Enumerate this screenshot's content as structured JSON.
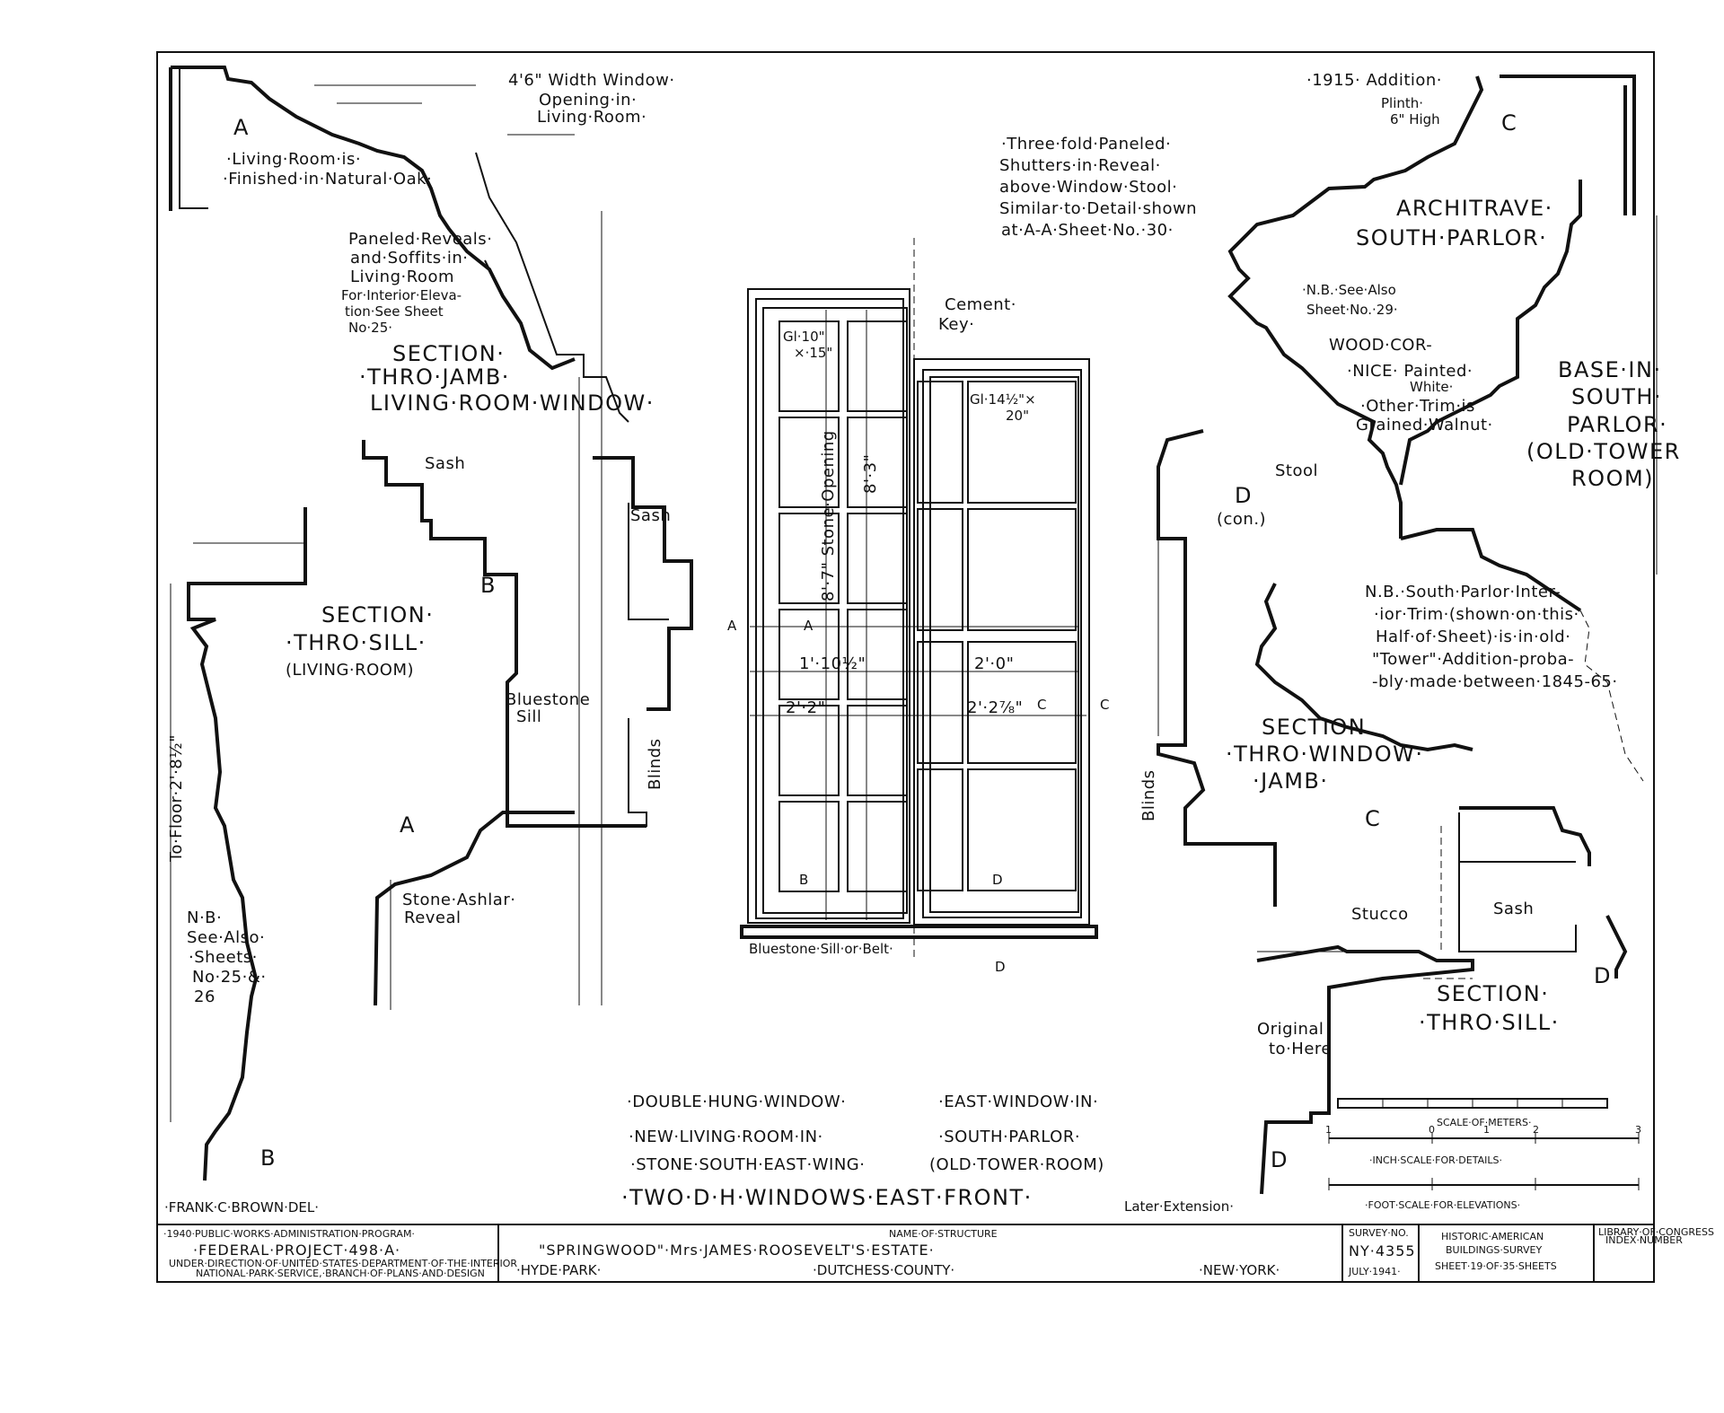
{
  "labels": {
    "header_1915": "·1915· Addition·",
    "plinth": "Plinth·",
    "plinth_high": "6\" High",
    "width_window": "4'6\" Width Window·",
    "opening_in": "Opening·in·",
    "living_room": "Living·Room·",
    "living_oak_1": "·Living·Room·is·",
    "living_oak_2": "·Finished·in·Natural·Oak·",
    "paneled_1": "Paneled·Reveals·",
    "paneled_2": "and·Soffits·in·",
    "paneled_3": "Living·Room",
    "paneled_4": "For·Interior·Eleva-",
    "paneled_5": "tion·See Sheet",
    "paneled_6": "No·25·",
    "sec_jamb_1": "SECTION·",
    "sec_jamb_2": "·THRO·JAMB·",
    "sec_jamb_3": "LIVING·ROOM·WINDOW·",
    "shutters_1": "·Three·fold·Paneled·",
    "shutters_2": "Shutters·in·Reveal·",
    "shutters_3": "above·Window·Stool·",
    "shutters_4": "Similar·to·Detail·shown",
    "shutters_5": "at·A-A·Sheet·No.·30·",
    "cement_1": "Cement·",
    "cement_2": "Key·",
    "architrave_1": "ARCHITRAVE·",
    "architrave_2": "SOUTH·PARLOR·",
    "nb_see_1": "·N.B.·See·Also",
    "nb_see_2": "Sheet·No.·29·",
    "wood_1": "WOOD·COR-",
    "wood_2": "·NICE· Painted·",
    "wood_3": "White·",
    "wood_4": "·Other·Trim·is",
    "wood_5": "Grained·Walnut·",
    "base_1": "BASE·IN·",
    "base_2": "SOUTH·",
    "base_3": "PARLOR·",
    "base_4": "(OLD·TOWER",
    "base_5": "ROOM)",
    "stool": "Stool",
    "con": "(con.)",
    "sash": "Sash",
    "sec_sill_1": "SECTION·",
    "sec_sill_2": "·THRO·SILL·",
    "sec_sill_3": "(LIVING·ROOM)",
    "bluestone_1": "Bluestone",
    "bluestone_2": "Sill",
    "blinds": "Blinds",
    "stone_ashlar_1": "Stone·Ashlar·",
    "stone_ashlar_2": "Reveal",
    "nb_left_1": "N·B·",
    "nb_left_2": "See·Also·",
    "nb_left_3": "·Sheets·",
    "nb_left_4": "No·25·&·",
    "nb_left_5": "26",
    "to_floor": "To·Floor·2'·8½\"",
    "nb_parlor_1": "N.B.·South·Parlor·Inter-",
    "nb_parlor_2": "·ior·Trim·(shown·on·this·",
    "nb_parlor_3": "Half·of·Sheet)·is·in·old·",
    "nb_parlor_4": "\"Tower\"·Addition-proba-",
    "nb_parlor_5": "-bly·made·between·1845-65·",
    "sec_win_1": "SECTION",
    "sec_win_2": "·THRO·WINDOW·",
    "sec_win_3": "·JAMB·",
    "stucco": "Stucco",
    "sec_sill_r1": "SECTION·",
    "sec_sill_r2": "·THRO·SILL·",
    "original_1": "Original",
    "original_2": "to·Here",
    "later_ext": "Later·Extension·",
    "bluestone_belt": "Bluestone·Sill·or·Belt·",
    "stone_opening": "8'·7\" Stone·Opening",
    "gl_left": "Gl·10\"",
    "gl_left_2": "×·15\"",
    "gl_right": "Gl·14½\"×",
    "gl_right_2": "20\"",
    "frank": "·FRANK·C·BROWN·DEL·",
    "dim_rt_1": "1'·10½\"",
    "dim_rt_2": "2'·0\"",
    "dim_rt_3": "2'·2\"",
    "dim_rt_4": "2'·2⅞\"",
    "dim_8_3": "8'·3\"",
    "marker_a": "A",
    "marker_b": "B",
    "marker_c": "C",
    "marker_d": "D"
  },
  "caption": {
    "line1a": "·DOUBLE·HUNG·WINDOW·",
    "line1b": "·EAST·WINDOW·IN·",
    "line2a": "·NEW·LIVING·ROOM·IN·",
    "line2b": "·SOUTH·PARLOR·",
    "line3a": "·STONE·SOUTH·EAST·WING·",
    "line3b": "(OLD·TOWER·ROOM)",
    "line4": "·TWO·D·H·WINDOWS·EAST·FRONT·"
  },
  "scales": {
    "meters": "SCALE·OF·METERS·",
    "inch": "·INCH·SCALE·FOR·DETAILS·",
    "foot": "·FOOT·SCALE·FOR·ELEVATIONS·",
    "ticks": [
      "1",
      "0",
      "1",
      "2",
      "3"
    ]
  },
  "title_block": {
    "program": "·1940·PUBLIC·WORKS·ADMINISTRATION·PROGRAM·",
    "project": "·FEDERAL·PROJECT·498·A·",
    "direction": "UNDER·DIRECTION·OF·UNITED·STATES·DEPARTMENT·OF·THE·INTERIOR",
    "park_service": "NATIONAL·PARK·SERVICE,·BRANCH·OF·PLANS·AND·DESIGN",
    "name_label": "NAME·OF·STRUCTURE",
    "structure": "\"SPRINGWOOD\"·Mrs·JAMES·ROOSEVELT'S·ESTATE·",
    "hyde_park": "·HYDE·PARK·",
    "county": "·DUTCHESS·COUNTY·",
    "state": "·NEW·YORK·",
    "survey_label": "SURVEY·NO.",
    "survey_no": "NY·4355",
    "date": "JULY·1941·",
    "habs_1": "HISTORIC·AMERICAN",
    "habs_2": "BUILDINGS·SURVEY",
    "sheet": "SHEET·19·OF·35·SHEETS",
    "loc_1": "LIBRARY·OF·CONGRESS",
    "loc_2": "INDEX·NUMBER"
  }
}
